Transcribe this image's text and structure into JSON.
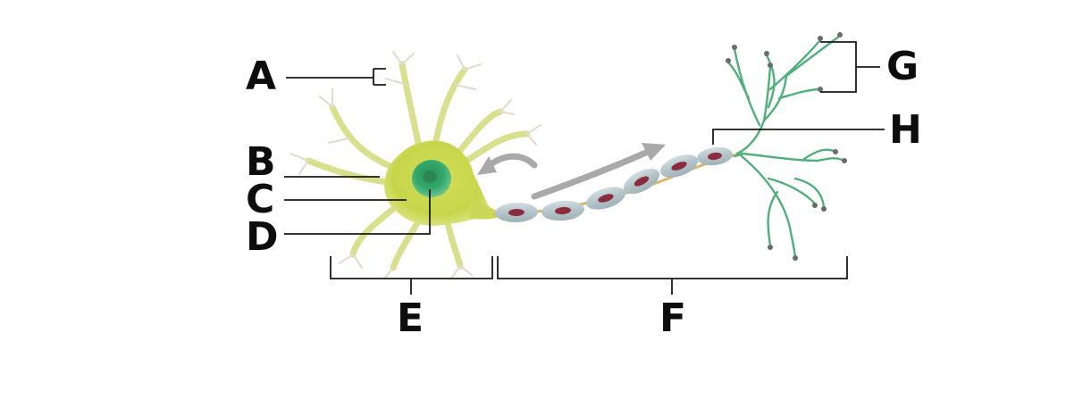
{
  "diagram": {
    "labels": {
      "a": "A",
      "b": "B",
      "c": "C",
      "d": "D",
      "e": "E",
      "f": "F",
      "g": "G",
      "h": "H"
    },
    "colors": {
      "soma": "#c9d84a",
      "soma_light": "#dfe68f",
      "dendrite_tip": "#cdb8bb",
      "nucleus": "#2fa36b",
      "myelin": "#b9c8cc",
      "myelin_nucleus": "#8b2c3e",
      "axon_terminal": "#4fb07a",
      "arrow": "#a9a9a9",
      "leader_line": "#1a1a1a"
    }
  }
}
